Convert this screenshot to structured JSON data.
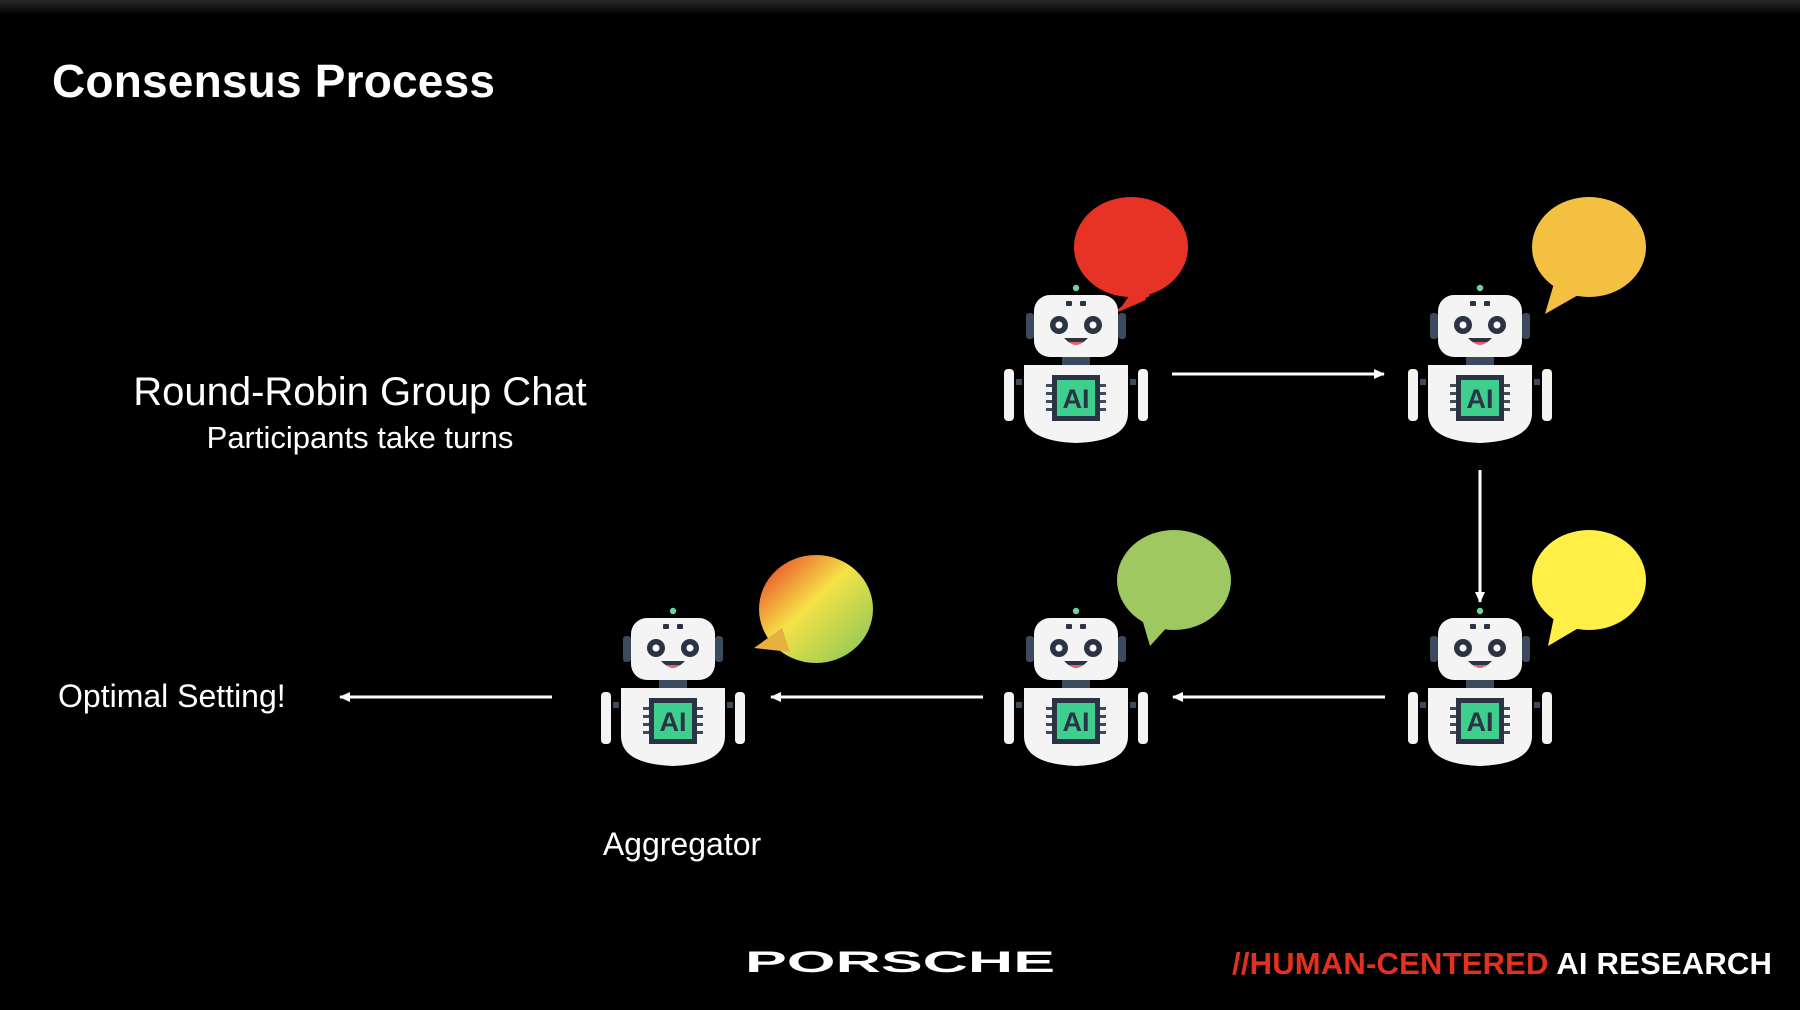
{
  "slide": {
    "title": "Consensus Process",
    "subtitle": "Round-Robin Group Chat",
    "subtitle_detail": "Participants take turns"
  },
  "labels": {
    "optimal": "Optimal Setting!",
    "aggregator": "Aggregator"
  },
  "footer": {
    "brand": "PORSCHE",
    "research_prefix": "//HUMAN-CENTERED",
    "research_suffix": "AI RESEARCH"
  },
  "robots": [
    {
      "id": "robot-1",
      "badge": "AI",
      "bubble_color": "#e63325"
    },
    {
      "id": "robot-2",
      "badge": "AI",
      "bubble_color": "#f4c042"
    },
    {
      "id": "robot-3",
      "badge": "AI",
      "bubble_color": "#ffef47"
    },
    {
      "id": "robot-4",
      "badge": "AI",
      "bubble_color": "#9fc960"
    },
    {
      "id": "aggregator",
      "badge": "AI",
      "bubble_color": "gradient"
    }
  ],
  "colors": {
    "accent_red": "#e3301f",
    "robot_screen": "#3ecf8e",
    "background": "#000000"
  }
}
